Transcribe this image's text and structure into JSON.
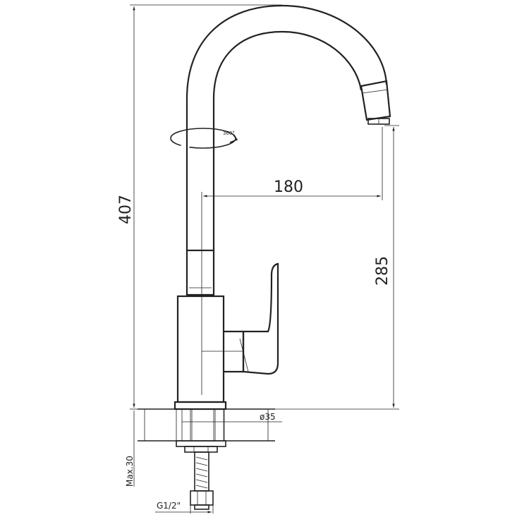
{
  "dimensions": {
    "total_height": "407",
    "reach": "180",
    "spout_height": "285",
    "hole_diameter": "ø35",
    "max_thickness": "Max.30",
    "connection": "G1/2\"",
    "rotation": "360°"
  }
}
